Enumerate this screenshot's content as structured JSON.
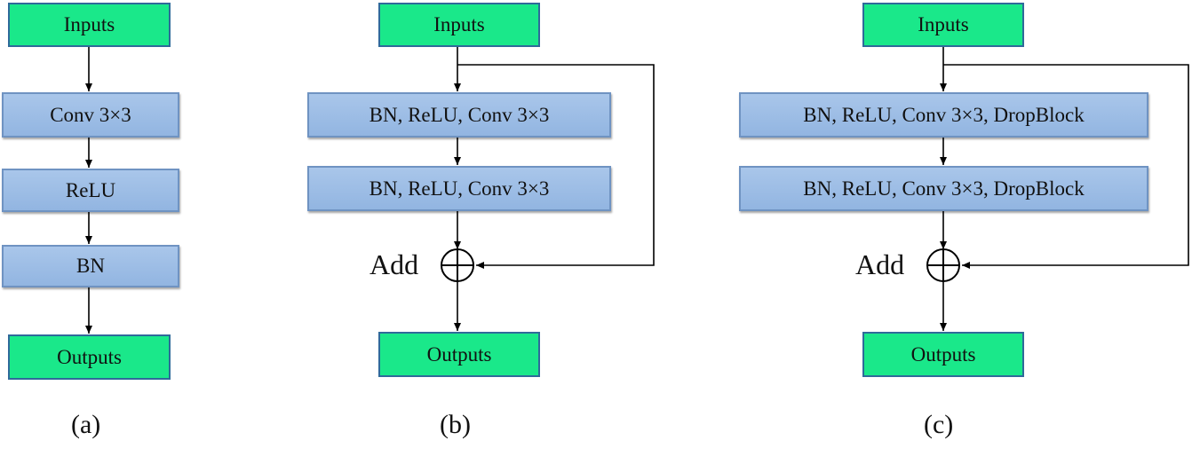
{
  "panel_a": {
    "inputs": "Inputs",
    "blocks": [
      "Conv 3×3",
      "ReLU",
      "BN"
    ],
    "outputs": "Outputs",
    "caption": "(a)"
  },
  "panel_b": {
    "inputs": "Inputs",
    "blocks": [
      "BN, ReLU, Conv 3×3",
      "BN, ReLU, Conv 3×3"
    ],
    "add_label": "Add",
    "outputs": "Outputs",
    "caption": "(b)"
  },
  "panel_c": {
    "inputs": "Inputs",
    "blocks": [
      "BN, ReLU, Conv 3×3, DropBlock",
      "BN, ReLU, Conv 3×3, DropBlock"
    ],
    "add_label": "Add",
    "outputs": "Outputs",
    "caption": "(c)"
  },
  "colors": {
    "io_fill": "#1ae88a",
    "block_fill": "#9dbde6",
    "line": "#000000"
  }
}
